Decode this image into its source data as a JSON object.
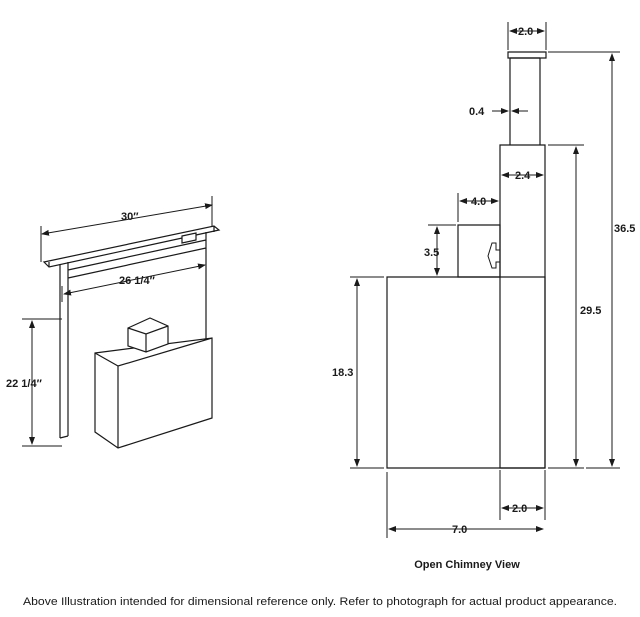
{
  "left_view": {
    "width_top": "30″",
    "width_inner": "26 1/4″",
    "height": "22 1/4″"
  },
  "side_view": {
    "cap_width": "2.0",
    "tab_depth": "0.4",
    "chimney_width": "2.4",
    "offset": "4.0",
    "box_height": "3.5",
    "body_height": "18.3",
    "chimney_height": "29.5",
    "total_height": "36.5",
    "base_depth": "2.0",
    "total_depth": "7.0"
  },
  "caption": "Open Chimney View",
  "footnote": "Above Illustration intended for dimensional reference only. Refer to photograph for actual product appearance.",
  "colors": {
    "line": "#1a1a1a",
    "background": "#ffffff"
  }
}
